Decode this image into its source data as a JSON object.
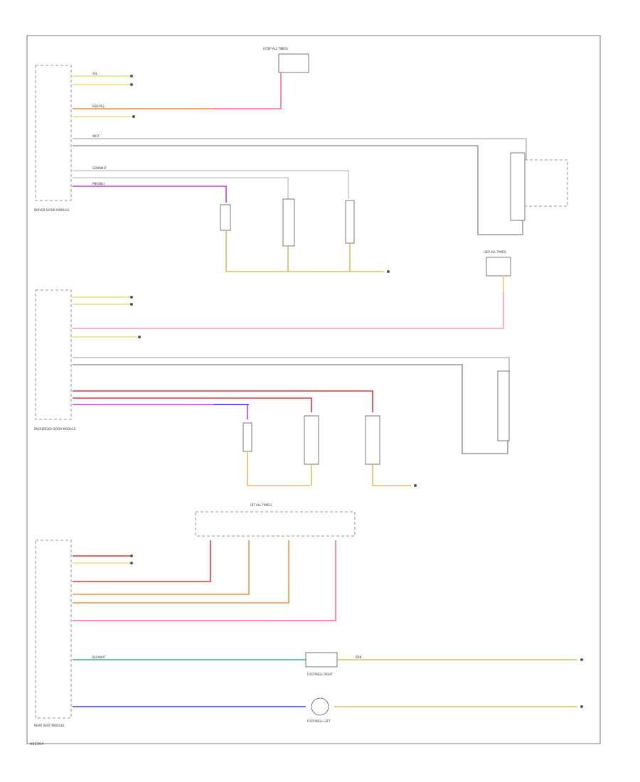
{
  "diagram": {
    "footer_code": "A02364",
    "modules": {
      "driver_door": "DRIVER DOOR MODULE",
      "passenger_door": "PASSENGER DOOR MODULE",
      "rear_seat": "REAR SEAT MODULE"
    },
    "fuse_boxes": {
      "top": "(STEP ALL TIMES)",
      "mid": "(SEP ALL TIMES)",
      "bottom": "(BT ALL TIMES)"
    },
    "lamps": {
      "footwell_right": "FOOTWELL RIGHT",
      "footwell_left": "FOOTWELL LEFT"
    },
    "wire_labels": {
      "yel": "YEL",
      "red_yel": "RED/YEL",
      "wht": "WHT",
      "grn_wht": "GRN/WHT",
      "pnk_blu": "PNK/BLU",
      "blu_wht": "BLU/WHT",
      "brn": "BRN"
    },
    "colors": {
      "red": "#e8323c",
      "pink": "#ff6a8c",
      "orange": "#f5913a",
      "yellow": "#e8e070",
      "purple": "#c040d0",
      "blue": "#3a3aee",
      "teal": "#3aa8a0",
      "tan": "#d8c060",
      "frame": "#777777"
    }
  }
}
